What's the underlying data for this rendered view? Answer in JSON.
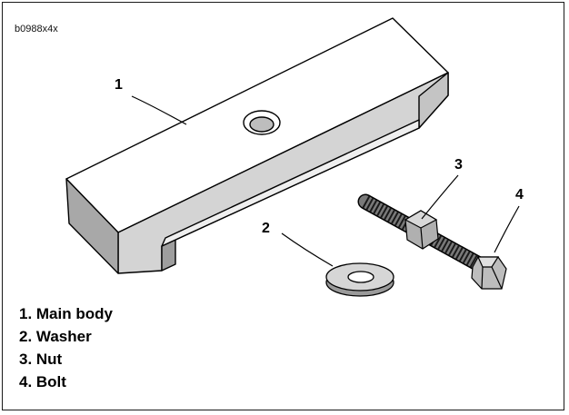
{
  "figure_code": "b0988x4x",
  "callouts": [
    "1",
    "2",
    "3",
    "4"
  ],
  "legend": [
    "1. Main body",
    "2. Washer",
    "3. Nut",
    "4. Bolt"
  ]
}
